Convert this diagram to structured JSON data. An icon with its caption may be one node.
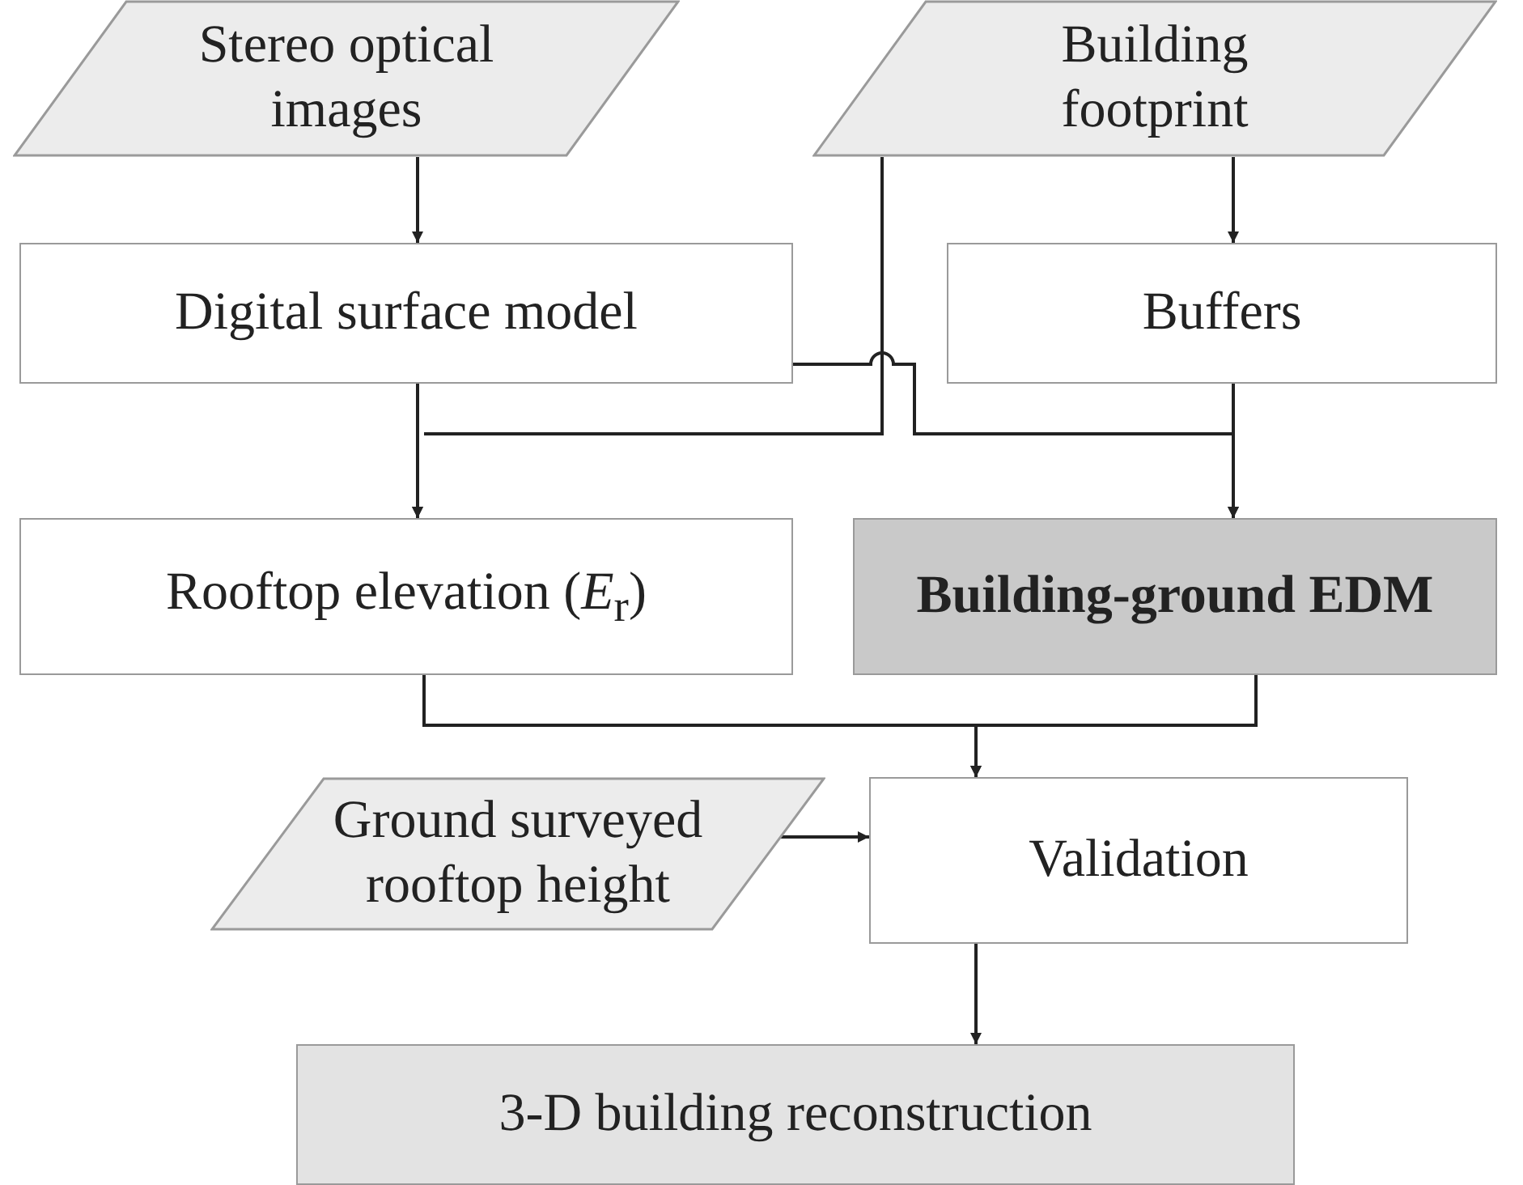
{
  "diagram": {
    "nodes": [
      {
        "text": [
          "Stereo optical images"
        ]
      },
      {
        "text": [
          "Building footprint"
        ]
      },
      {
        "text": [
          "Digital surface model"
        ]
      },
      {
        "text": [
          "Buffers"
        ]
      },
      {
        "text": [
          "Rooftop elevation (*E*$_{r}$)"
        ]
      },
      {
        "text": [
          "Building-ground EDM"
        ]
      },
      {
        "text": [
          "Ground surveyed rooftop height"
        ]
      },
      {
        "text": [
          "Validation"
        ]
      },
      {
        "text": [
          "3-D building reconstruction"
        ]
      }
    ],
    "edges": [
      {
        "from": 0,
        "to": 2,
        "arrow": "to"
      },
      {
        "from": 1,
        "to": 3,
        "arrow": "to"
      },
      {
        "from": 1,
        "to": 4,
        "arrow": "to"
      },
      {
        "from": 2,
        "to": 4,
        "arrow": "to"
      },
      {
        "from": 2,
        "to": 5,
        "arrow": "to"
      },
      {
        "from": 3,
        "to": 5,
        "arrow": "to"
      },
      {
        "from": 4,
        "to": 7,
        "arrow": "to"
      },
      {
        "from": 5,
        "to": 7,
        "arrow": "to"
      },
      {
        "from": 6,
        "to": 7,
        "arrow": "to"
      },
      {
        "from": 7,
        "to": 8,
        "arrow": "to"
      }
    ]
  }
}
